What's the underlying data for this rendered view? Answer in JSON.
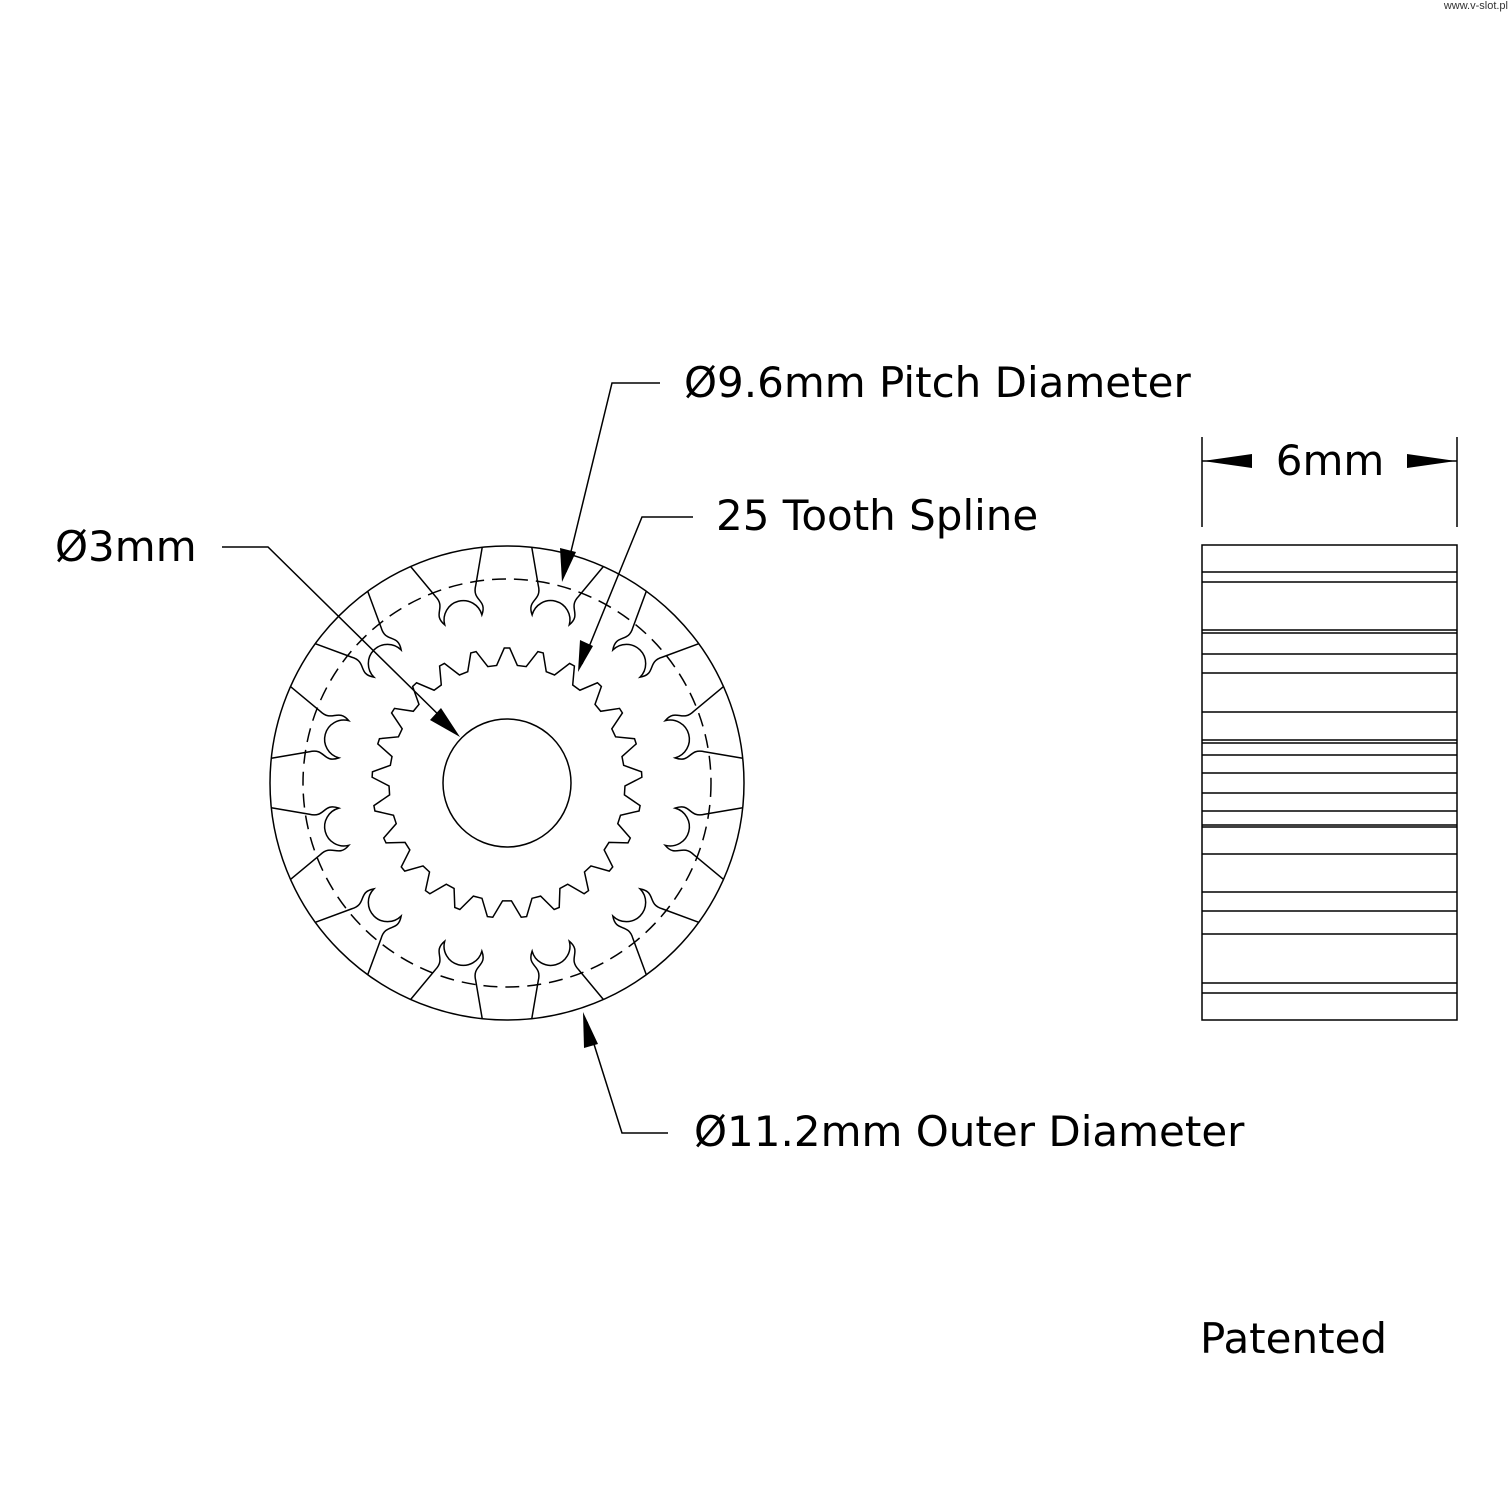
{
  "watermark": "www.v-slot.pl",
  "labels": {
    "pitch_diameter": "Ø9.6mm Pitch Diameter",
    "spline": "25 Tooth Spline",
    "bore": "Ø3mm",
    "outer_diameter": "Ø11.2mm Outer Diameter",
    "width": "6mm",
    "patented": "Patented"
  },
  "gear": {
    "teeth": 12,
    "spline_teeth": 25,
    "outer_diameter_mm": 11.2,
    "pitch_diameter_mm": 9.6,
    "bore_diameter_mm": 3,
    "width_mm": 6
  }
}
